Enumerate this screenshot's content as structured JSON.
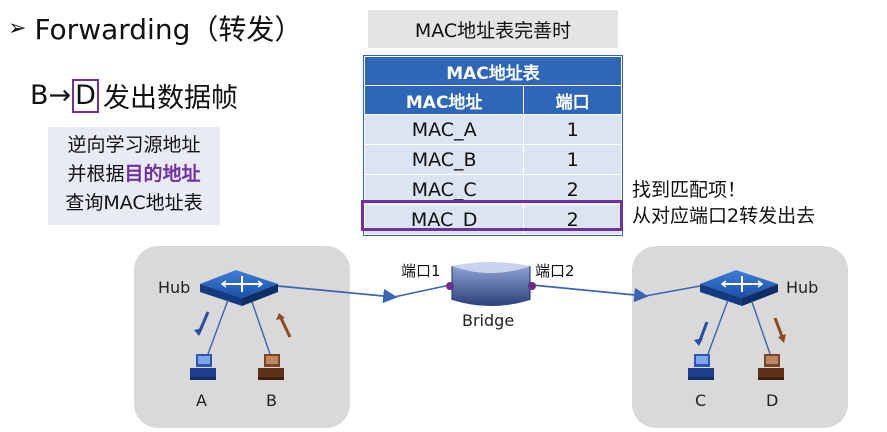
{
  "title": "Forwarding（转发）",
  "sender": {
    "prefix": "B→",
    "target": "D",
    "suffix": " 发出数据帧"
  },
  "note": {
    "line1": "逆向学习源地址",
    "line2_prefix": "并根据",
    "line2_highlight": "目的地址",
    "line3": "查询MAC地址表"
  },
  "table_caption": "MAC地址表完善时",
  "table": {
    "title": "MAC地址表",
    "headers": [
      "MAC地址",
      "端口"
    ],
    "rows": [
      {
        "mac": "MAC_A",
        "port": "1"
      },
      {
        "mac": "MAC_B",
        "port": "1"
      },
      {
        "mac": "MAC_C",
        "port": "2"
      },
      {
        "mac": "MAC_D",
        "port": "2"
      }
    ]
  },
  "found_text": {
    "line1": "找到匹配项！",
    "line2": "从对应端口2转发出去"
  },
  "network": {
    "left_hub": "Hub",
    "right_hub": "Hub",
    "bridge": "Bridge",
    "port1": "端口1",
    "port2": "端口2",
    "hosts": [
      "A",
      "B",
      "C",
      "D"
    ]
  },
  "colors": {
    "accent": "#7030a0",
    "table_header": "#2e66b8",
    "table_cell": "#dce3f1",
    "link": "#3a64b4"
  }
}
